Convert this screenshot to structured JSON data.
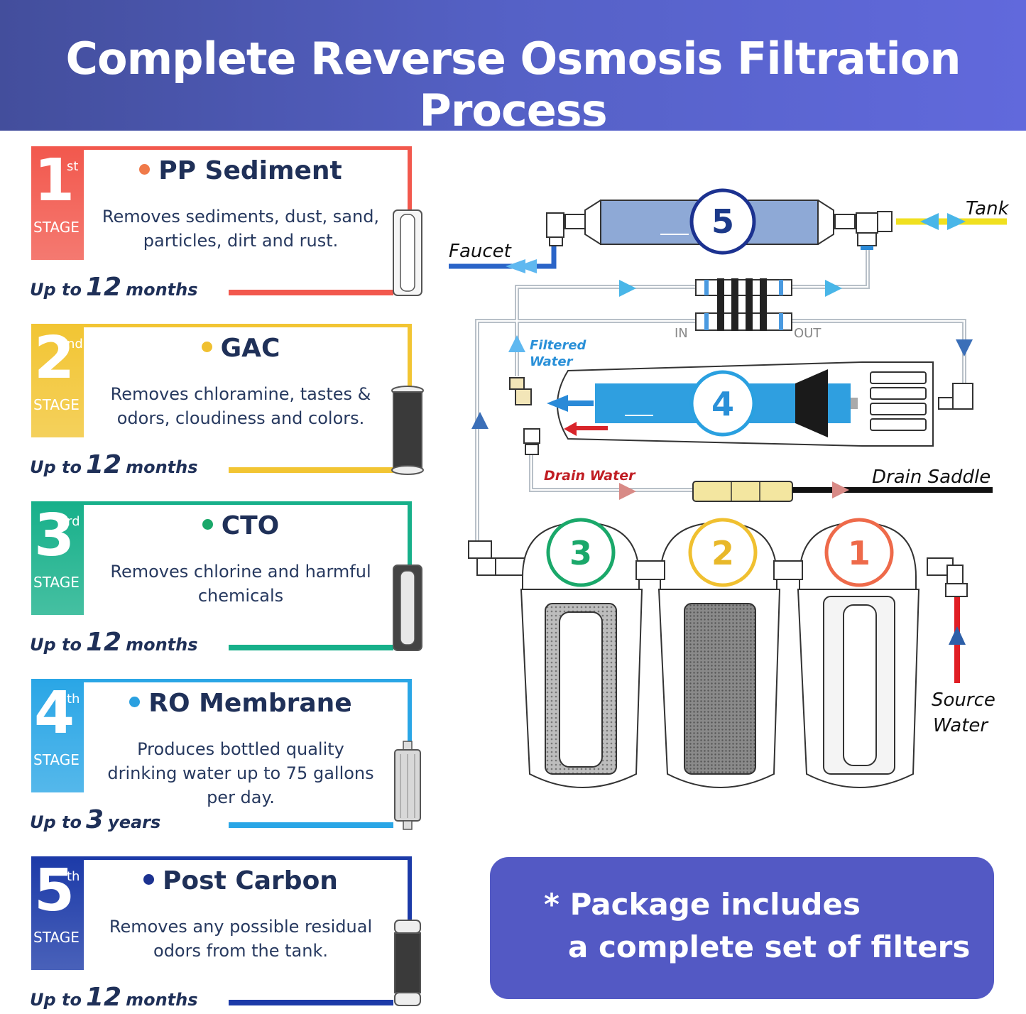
{
  "header": {
    "title": "Complete Reverse Osmosis Filtration Process"
  },
  "stages": [
    {
      "num": "1",
      "sup": "st",
      "stage_label": "STAGE",
      "title": "PP Sediment",
      "desc_lines": [
        "Removes sediments, dust, sand,",
        "particles, dirt and rust."
      ],
      "life_prefix": "Up to",
      "life_value": "12",
      "life_unit": "months",
      "color": "#f2584d",
      "dot": "#f07a4a"
    },
    {
      "num": "2",
      "sup": "nd",
      "stage_label": "STAGE",
      "title": "GAC",
      "desc_lines": [
        "Removes chloramine, tastes &",
        "odors, cloudiness and colors."
      ],
      "life_prefix": "Up to",
      "life_value": "12",
      "life_unit": "months",
      "color": "#f2c533",
      "dot": "#f0c030"
    },
    {
      "num": "3",
      "sup": "rd",
      "stage_label": "STAGE",
      "title": "CTO",
      "desc_lines": [
        "Removes chlorine and harmful",
        "chemicals"
      ],
      "life_prefix": "Up to",
      "life_value": "12",
      "life_unit": "months",
      "color": "#17b08a",
      "dot": "#1aa86a"
    },
    {
      "num": "4",
      "sup": "th",
      "stage_label": "STAGE",
      "title": "RO Membrane",
      "desc_lines": [
        "Produces bottled quality",
        "drinking water up to 75 gallons",
        "per day."
      ],
      "life_prefix": "Up to",
      "life_value": "3",
      "life_unit": "years",
      "color": "#2aa6e6",
      "dot": "#2aa0e0"
    },
    {
      "num": "5",
      "sup": "th",
      "stage_label": "STAGE",
      "title": "Post Carbon",
      "desc_lines": [
        "Removes any possible residual",
        "odors from the tank."
      ],
      "life_prefix": "Up to",
      "life_value": "12",
      "life_unit": "months",
      "color": "#1c3aa8",
      "dot": "#1c3290"
    }
  ],
  "diagram": {
    "tank": "Tank",
    "faucet": "Faucet",
    "filtered_1": "Filtered",
    "filtered_2": "Water",
    "in": "IN",
    "out": "OUT",
    "drain_water": "Drain Water",
    "drain_saddle": "Drain Saddle",
    "source_1": "Source",
    "source_2": "Water",
    "circle_5": "5",
    "circle_4": "4",
    "circle_3": "3",
    "circle_2": "2",
    "circle_1": "1"
  },
  "package": {
    "line1": "* Package includes",
    "line2": "a complete set of filters"
  },
  "colors": {
    "banner": "#5561c6",
    "package_bg": "#5359c4",
    "text_dark": "#1f3058"
  }
}
